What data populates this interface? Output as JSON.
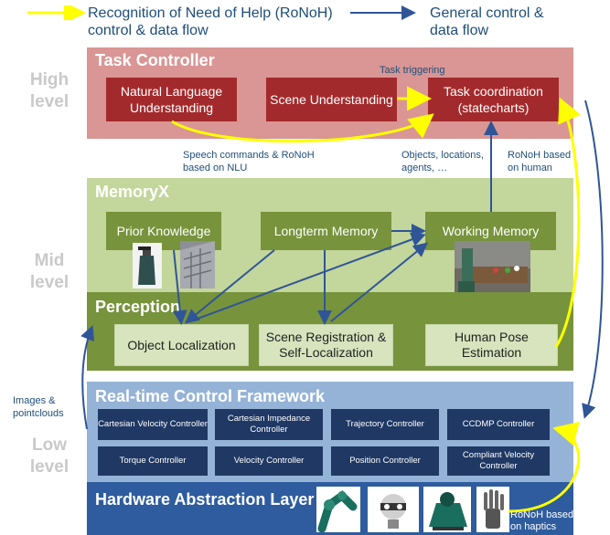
{
  "legend": {
    "ronoh_label": "Recognition of Need of Help (RoNoH) control & data flow",
    "general_label": "General control & data flow"
  },
  "levels": {
    "high": "High level",
    "mid": "Mid level",
    "low": "Low level"
  },
  "task_controller": {
    "title": "Task Controller",
    "task_triggering": "Task triggering",
    "boxes": [
      "Natural Language Understanding",
      "Scene Understanding",
      "Task coordination (statecharts)"
    ]
  },
  "annotations": {
    "speech": "Speech commands & RoNoH based on NLU",
    "objects": "Objects, locations, agents, …",
    "ronoh_pose": "RoNoH based on human pose",
    "images": "Images & pointclouds",
    "ronoh_haptics": "RoNoH based on haptics"
  },
  "memoryx": {
    "title": "MemoryX",
    "boxes": [
      "Prior Knowledge",
      "Longterm Memory",
      "Working Memory"
    ]
  },
  "perception": {
    "title": "Perception",
    "boxes": [
      "Object Localization",
      "Scene Registration & Self-Localization",
      "Human Pose Estimation"
    ]
  },
  "rtcf": {
    "title": "Real-time Control Framework",
    "controllers": [
      "Cartesian Velocity Controller",
      "Cartesian Impedance Controller",
      "Trajectory Controller",
      "CCDMP Controller",
      "Torque Controller",
      "Velocity Controller",
      "Position Controller",
      "Compliant Velocity Controller"
    ],
    "ellipsis": "…"
  },
  "hal": {
    "title": "Hardware Abstraction Layer"
  },
  "colors": {
    "task_bg": "#d99694",
    "task_box": "#a32a2c",
    "memory_bg": "#c3d69b",
    "perception_bg": "#77933c",
    "rtcf_bg": "#95b3d7",
    "controller_box": "#1f3864",
    "hal_bg": "#2e5c9e",
    "ronoh_arrow": "#ffff00",
    "general_arrow": "#2f5597"
  }
}
